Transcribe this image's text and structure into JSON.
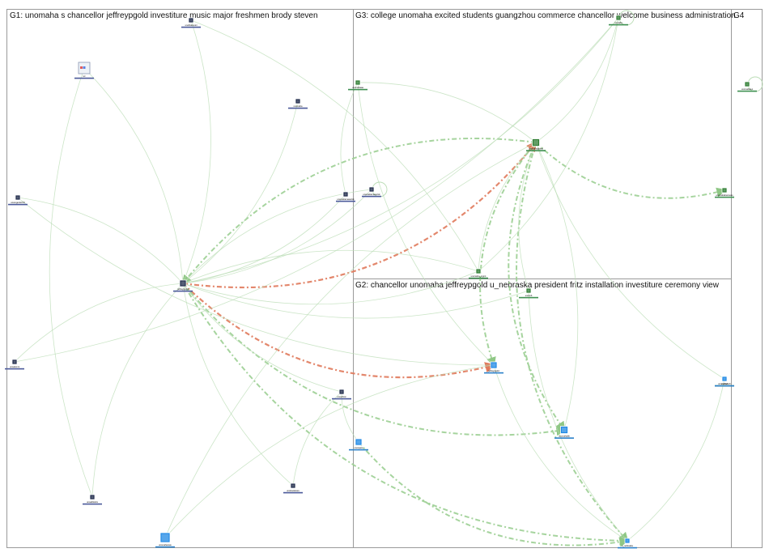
{
  "groups": [
    {
      "id": "G1",
      "title": "G1: unomaha s chancellor jeffreypgold investiture music major freshmen brody steven"
    },
    {
      "id": "G3",
      "title": "G3: college unomaha excited students guangzhou commerce chancellor welcome business administration"
    },
    {
      "id": "G4",
      "title": "G4"
    },
    {
      "id": "G2",
      "title": "G2: chancellor unomaha jeffreypgold u_nebraska president fritz installation investiture ceremony view"
    }
  ],
  "colors": {
    "edge_light": "#b9dcb4",
    "edge_strong": "#9ccf93",
    "edge_highlight": "#e07a5c",
    "node_dark": "#1e2a4a",
    "node_green": "#2e7d32",
    "node_blue": "#1e88e5",
    "label_underline_g1": "#4a5899",
    "label_underline_g3": "#3d8f50",
    "label_underline_g2": "#2a7fc9"
  },
  "nodes": [
    {
      "id": "n1",
      "label": "unothatsouni",
      "group": "G1",
      "icon": "avatar-icon"
    },
    {
      "id": "n2",
      "label": "tvc",
      "group": "G1",
      "icon": "photo-icon"
    },
    {
      "id": "n3",
      "label": "unomaha",
      "group": "G1",
      "icon": "avatar-icon"
    },
    {
      "id": "n4",
      "label": "unoregentsCSI",
      "group": "G1",
      "icon": "avatar-icon"
    },
    {
      "id": "n5",
      "label": "unomahamaverick",
      "group": "G1",
      "icon": "avatar-icon"
    },
    {
      "id": "n6",
      "label": "unoalumni",
      "group": "G1",
      "icon": "avatar-icon"
    },
    {
      "id": "n7",
      "label": "jeffreypgold",
      "group": "G1",
      "icon": "avatar-icon"
    },
    {
      "id": "n8",
      "label": "unoethnic",
      "group": "G1",
      "icon": "avatar-icon"
    },
    {
      "id": "n9",
      "label": "unomahamaverick",
      "group": "G1",
      "icon": "avatar-icon"
    },
    {
      "id": "n10",
      "label": "unobookstore",
      "group": "G1",
      "icon": "avatar-icon"
    },
    {
      "id": "n11",
      "label": "unoathletics",
      "group": "G1",
      "icon": "avatar-icon"
    },
    {
      "id": "n12",
      "label": "unomahaglobal",
      "group": "G3",
      "icon": "avatar-icon"
    },
    {
      "id": "n13",
      "label": "unomahaaa",
      "group": "G3",
      "icon": "avatar-icon"
    },
    {
      "id": "n14",
      "label": "unmaha",
      "group": "G3",
      "icon": "avatar-icon"
    },
    {
      "id": "n15",
      "label": "unomahabusiness",
      "group": "G3",
      "icon": "avatar-icon"
    },
    {
      "id": "n16",
      "label": "unomaha_mgmt",
      "group": "G3",
      "icon": "avatar-icon"
    },
    {
      "id": "n17",
      "label": "unocob",
      "group": "G3",
      "icon": "avatar-icon"
    },
    {
      "id": "n18",
      "label": "unoiisd",
      "group": "G3",
      "icon": "avatar-icon"
    },
    {
      "id": "n19",
      "label": "unomahaieo",
      "group": "G4",
      "icon": "avatar-icon"
    },
    {
      "id": "n20",
      "label": "unocpacs",
      "group": "G2",
      "icon": "avatar-icon"
    },
    {
      "id": "n21",
      "label": "jeffreypgold",
      "group": "G2",
      "icon": "avatar-icon"
    },
    {
      "id": "n22",
      "label": "unomahabb",
      "group": "G2",
      "icon": "avatar-icon"
    },
    {
      "id": "n23",
      "label": "u_nebraska",
      "group": "G2",
      "icon": "avatar-icon"
    },
    {
      "id": "n24",
      "label": "unomahamav",
      "group": "G2",
      "icon": "avatar-icon"
    },
    {
      "id": "n25",
      "label": "unomaharsch",
      "group": "G2",
      "icon": "avatar-icon"
    }
  ],
  "edges": [
    {
      "from": "n7",
      "to": "n12",
      "style": "highlight"
    },
    {
      "from": "n7",
      "to": "n21",
      "style": "highlight"
    },
    {
      "from": "n12",
      "to": "n7",
      "style": "strong"
    },
    {
      "from": "n12",
      "to": "n21",
      "style": "strong"
    },
    {
      "from": "n12",
      "to": "n23",
      "style": "strong"
    },
    {
      "from": "n12",
      "to": "n15",
      "style": "strong"
    },
    {
      "from": "n12",
      "to": "n22",
      "style": "strong"
    },
    {
      "from": "n7",
      "to": "n22",
      "style": "strong"
    },
    {
      "from": "n7",
      "to": "n23",
      "style": "strong"
    },
    {
      "from": "n22",
      "to": "n12",
      "style": "light"
    },
    {
      "from": "n20",
      "to": "n23",
      "style": "strong"
    },
    {
      "from": "n7",
      "to": "n1",
      "style": "light"
    },
    {
      "from": "n7",
      "to": "n2",
      "style": "light"
    },
    {
      "from": "n7",
      "to": "n3",
      "style": "light"
    },
    {
      "from": "n7",
      "to": "n4",
      "style": "light"
    },
    {
      "from": "n7",
      "to": "n5",
      "style": "light"
    },
    {
      "from": "n7",
      "to": "n6",
      "style": "light"
    },
    {
      "from": "n7",
      "to": "n9",
      "style": "light"
    },
    {
      "from": "n7",
      "to": "n10",
      "style": "light"
    },
    {
      "from": "n7",
      "to": "n11",
      "style": "light"
    },
    {
      "from": "n7",
      "to": "n14",
      "style": "light"
    },
    {
      "from": "n7",
      "to": "n16",
      "style": "light"
    },
    {
      "from": "n7",
      "to": "n17",
      "style": "light"
    },
    {
      "from": "n7",
      "to": "n8",
      "style": "light"
    },
    {
      "from": "n12",
      "to": "n13",
      "style": "light"
    },
    {
      "from": "n12",
      "to": "n16",
      "style": "light"
    },
    {
      "from": "n12",
      "to": "n17",
      "style": "light"
    },
    {
      "from": "n12",
      "to": "n24",
      "style": "light"
    },
    {
      "from": "n12",
      "to": "n25",
      "style": "light"
    },
    {
      "from": "n12",
      "to": "n14",
      "style": "light"
    },
    {
      "from": "n13",
      "to": "n5",
      "style": "light"
    },
    {
      "from": "n13",
      "to": "n21",
      "style": "light"
    },
    {
      "from": "n16",
      "to": "n1",
      "style": "light"
    },
    {
      "from": "n16",
      "to": "n7",
      "style": "light"
    },
    {
      "from": "n16",
      "to": "n14",
      "style": "light"
    },
    {
      "from": "n21",
      "to": "n23",
      "style": "light"
    },
    {
      "from": "n21",
      "to": "n24",
      "style": "light"
    },
    {
      "from": "n23",
      "to": "n25",
      "style": "light"
    },
    {
      "from": "n8",
      "to": "n20",
      "style": "light"
    },
    {
      "from": "n8",
      "to": "n10",
      "style": "light"
    },
    {
      "from": "n17",
      "to": "n23",
      "style": "light"
    },
    {
      "from": "n4",
      "to": "n21",
      "style": "light"
    },
    {
      "from": "n2",
      "to": "n11",
      "style": "light"
    },
    {
      "from": "n6",
      "to": "n14",
      "style": "light"
    },
    {
      "from": "n9",
      "to": "n7",
      "style": "light"
    }
  ],
  "self_loops": [
    "n9",
    "n14",
    "n19"
  ]
}
